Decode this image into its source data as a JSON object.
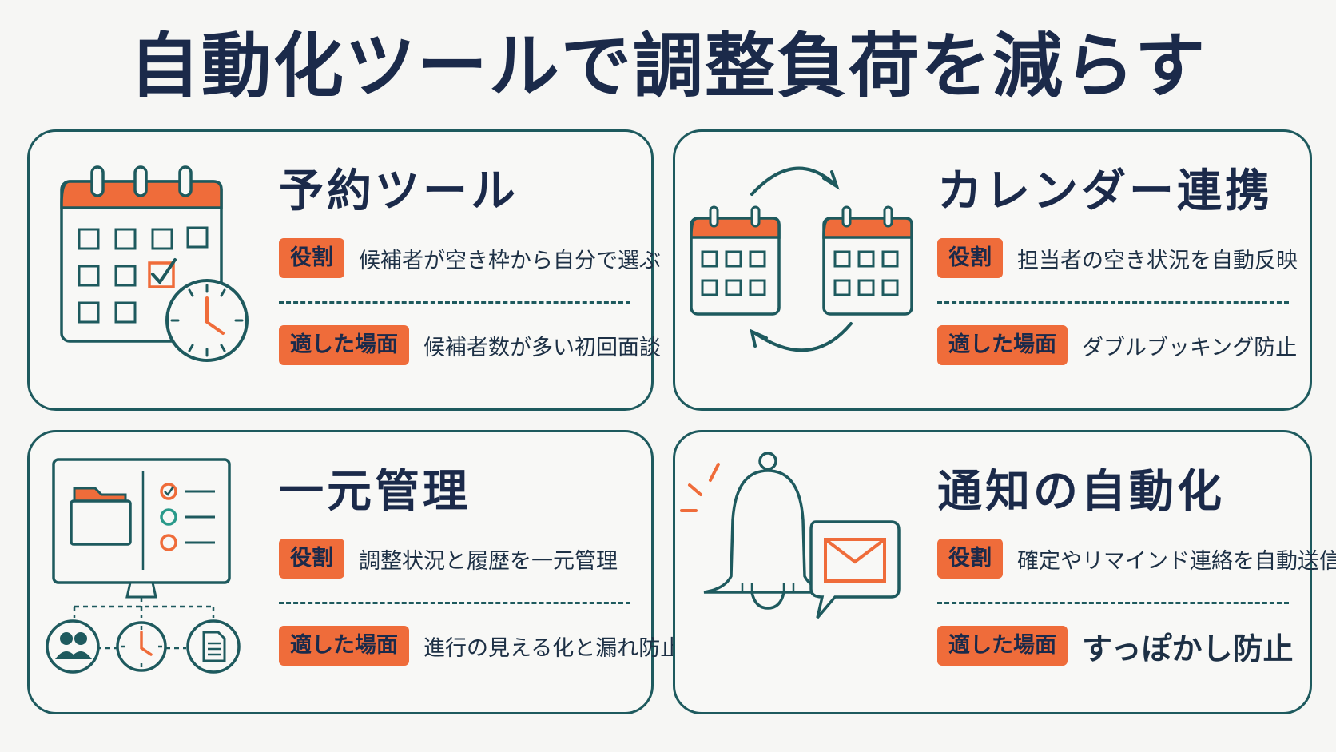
{
  "title": "自動化ツールで調整負荷を減らす",
  "cards": [
    {
      "title": "予約ツール",
      "role_label": "役割",
      "role_text": "候補者が空き枠から自分で選ぶ",
      "scene_label": "適した場面",
      "scene_text": "候補者数が多い初回面談",
      "icons": [
        "calendar-icon",
        "clock-icon",
        "checkmark-icon"
      ]
    },
    {
      "title": "カレンダー連携",
      "role_label": "役割",
      "role_text": "担当者の空き状況を自動反映",
      "scene_label": "適した場面",
      "scene_text": "ダブルブッキング防止",
      "icons": [
        "calendar-icon",
        "calendar-icon",
        "sync-arrows-icon"
      ]
    },
    {
      "title": "一元管理",
      "role_label": "役割",
      "role_text": "調整状況と履歴を一元管理",
      "scene_label": "適した場面",
      "scene_text": "進行の見える化と漏れ防止",
      "icons": [
        "monitor-icon",
        "folder-icon",
        "checklist-icon",
        "users-icon",
        "clock-icon",
        "document-icon"
      ]
    },
    {
      "title": "通知の自動化",
      "role_label": "役割",
      "role_text": "確定やリマインド連絡を自動送信",
      "scene_label": "適した場面",
      "scene_text": "すっぽかし防止",
      "icons": [
        "bell-icon",
        "mail-icon"
      ]
    }
  ],
  "colors": {
    "accent": "#ef6c3a",
    "line": "#1e5a5e",
    "navy": "#1b2a4a",
    "background": "#f6f6f4"
  }
}
